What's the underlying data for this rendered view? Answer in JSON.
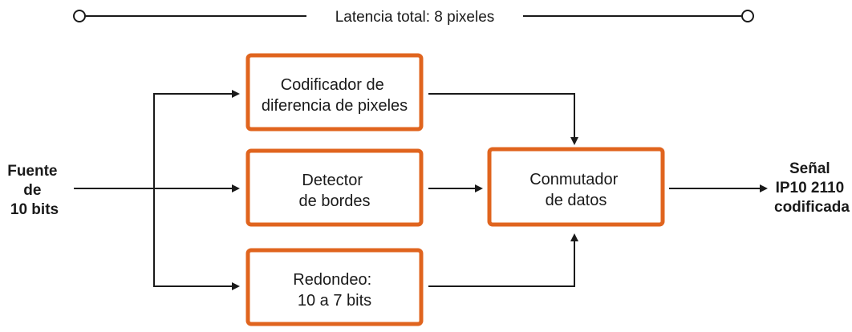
{
  "latency": {
    "label": "Latencia total: 8 pixeles"
  },
  "input": {
    "lines": [
      "Fuente",
      "de",
      "10 bits"
    ]
  },
  "output": {
    "lines": [
      "Señal",
      "IP10 2110",
      "codificada"
    ]
  },
  "blocks": {
    "pixel_diff_encoder": [
      "Codificador de",
      "diferencia de pixeles"
    ],
    "edge_detector": [
      "Detector",
      "de bordes"
    ],
    "rounding": [
      "Redondeo:",
      "10 a 7 bits"
    ],
    "data_switch": [
      "Conmutador",
      "de datos"
    ]
  },
  "colors": {
    "box_border": "#e0641e",
    "line": "#1a1a1a"
  }
}
